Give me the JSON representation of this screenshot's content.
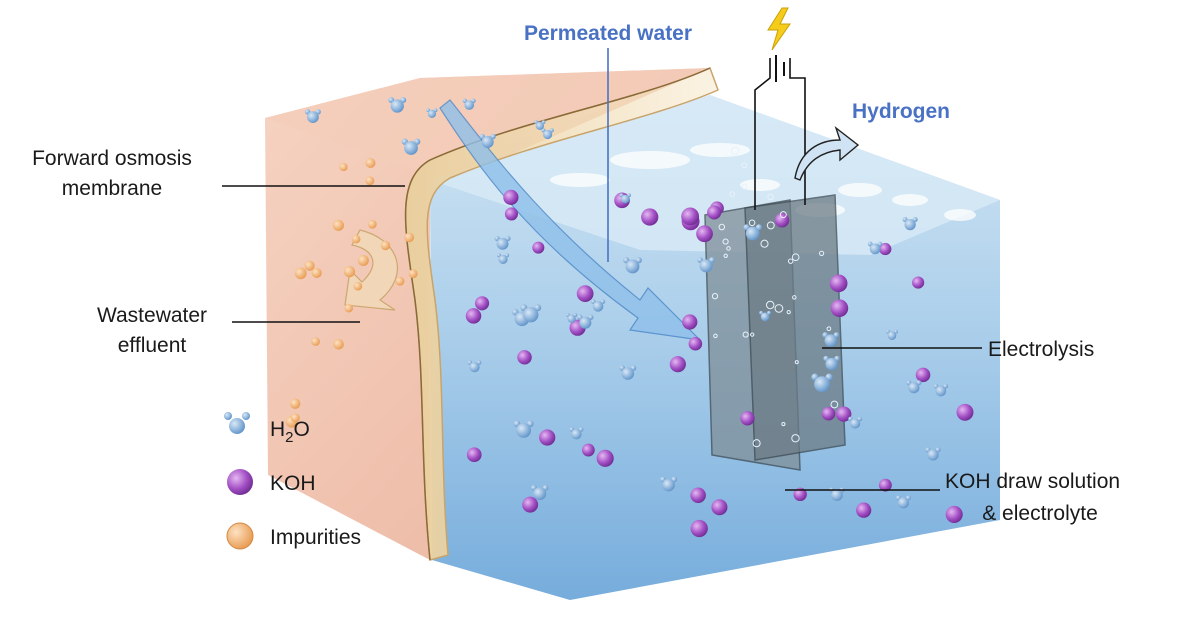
{
  "labels": {
    "permeated_water": "Permeated water",
    "hydrogen": "Hydrogen",
    "fo_membrane_line1": "Forward osmosis",
    "fo_membrane_line2": "membrane",
    "wastewater_line1": "Wastewater",
    "wastewater_line2": "effluent",
    "electrolysis": "Electrolysis",
    "koh_line1": "KOH draw solution",
    "koh_line2": "& electrolyte"
  },
  "legend": [
    {
      "icon": "water-molecule-icon",
      "label_main": "H",
      "label_sub": "2",
      "label_end": "O",
      "color": "#8fb3dc"
    },
    {
      "icon": "koh-sphere-icon",
      "label": "KOH",
      "color": "#a24fc4"
    },
    {
      "icon": "impurity-sphere-icon",
      "label": "Impurities",
      "color": "#f0a862"
    }
  ],
  "colors": {
    "wastewater": "#f2c4b0",
    "draw_solution": "#8dbde3",
    "membrane": "#f1dcb4",
    "label_blue": "#4a72c4",
    "lightning": "#f5cc1a"
  }
}
